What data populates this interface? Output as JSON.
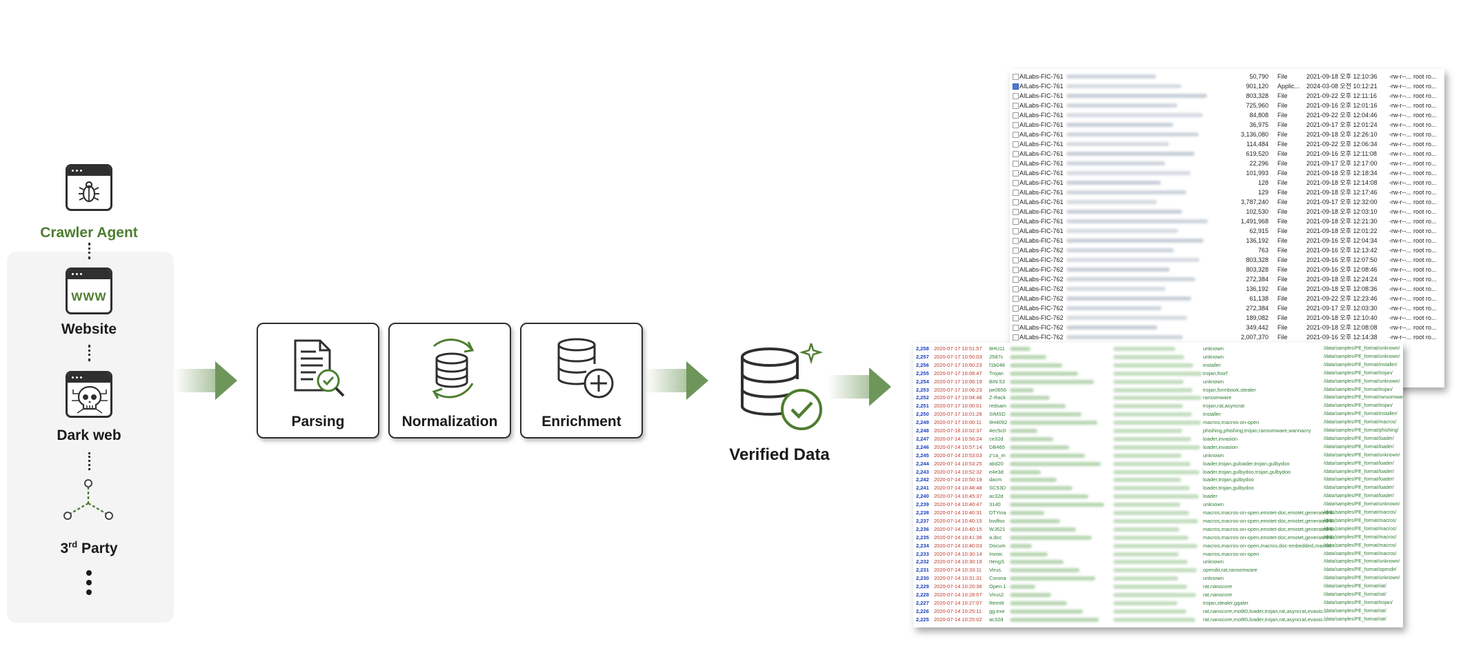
{
  "sources": {
    "crawler_agent": "Crawler Agent",
    "website": "Website",
    "website_icon_text": "WWW",
    "dark_web": "Dark web",
    "third_party": "3",
    "third_party_sup": "rd",
    "third_party_rest": " Party"
  },
  "pipeline": {
    "parsing": "Parsing",
    "normalization": "Normalization",
    "enrichment": "Enrichment",
    "verified": "Verified Data"
  },
  "colors": {
    "accent_green": "#4e7d30",
    "arrow_green": "#6e965a",
    "icon_dark": "#2f2f2f"
  },
  "file_list": [
    {
      "name": "AILabs-FIC-761",
      "size": "50,790",
      "type": "File",
      "date": "2021-09-18 오후 12:10:36",
      "perm": "-rw-r--...",
      "owner": "root ro..."
    },
    {
      "name": "AILabs-FIC-761",
      "size": "901,120",
      "type": "Applic...",
      "date": "2024-03-08 오전 10:12:21",
      "perm": "-rw-r--...",
      "owner": "root ro..."
    },
    {
      "name": "AILabs-FIC-761",
      "size": "803,328",
      "type": "File",
      "date": "2021-09-22 오후 12:11:16",
      "perm": "-rw-r--...",
      "owner": "root ro..."
    },
    {
      "name": "AILabs-FIC-761",
      "size": "725,960",
      "type": "File",
      "date": "2021-09-16 오후 12:01:16",
      "perm": "-rw-r--...",
      "owner": "root ro..."
    },
    {
      "name": "AILabs-FIC-761",
      "size": "84,808",
      "type": "File",
      "date": "2021-09-22 오후 12:04:46",
      "perm": "-rw-r--...",
      "owner": "root ro..."
    },
    {
      "name": "AILabs-FIC-761",
      "size": "36,975",
      "type": "File",
      "date": "2021-09-17 오후 12:01:24",
      "perm": "-rw-r--...",
      "owner": "root ro..."
    },
    {
      "name": "AILabs-FIC-761",
      "size": "3,136,080",
      "type": "File",
      "date": "2021-09-18 오후 12:26:10",
      "perm": "-rw-r--...",
      "owner": "root ro..."
    },
    {
      "name": "AILabs-FIC-761",
      "size": "114,484",
      "type": "File",
      "date": "2021-09-22 오후 12:06:34",
      "perm": "-rw-r--...",
      "owner": "root ro..."
    },
    {
      "name": "AILabs-FIC-761",
      "size": "619,520",
      "type": "File",
      "date": "2021-09-16 오후 12:11:08",
      "perm": "-rw-r--...",
      "owner": "root ro..."
    },
    {
      "name": "AILabs-FIC-761",
      "size": "22,296",
      "type": "File",
      "date": "2021-09-17 오후 12:17:00",
      "perm": "-rw-r--...",
      "owner": "root ro..."
    },
    {
      "name": "AILabs-FIC-761",
      "size": "101,993",
      "type": "File",
      "date": "2021-09-18 오후 12:18:34",
      "perm": "-rw-r--...",
      "owner": "root ro..."
    },
    {
      "name": "AILabs-FIC-761",
      "size": "128",
      "type": "File",
      "date": "2021-09-18 오후 12:14:08",
      "perm": "-rw-r--...",
      "owner": "root ro..."
    },
    {
      "name": "AILabs-FIC-761",
      "size": "129",
      "type": "File",
      "date": "2021-09-18 오후 12:17:46",
      "perm": "-rw-r--...",
      "owner": "root ro..."
    },
    {
      "name": "AILabs-FIC-761",
      "size": "3,787,240",
      "type": "File",
      "date": "2021-09-17 오후 12:32:00",
      "perm": "-rw-r--...",
      "owner": "root ro..."
    },
    {
      "name": "AILabs-FIC-761",
      "size": "102,530",
      "type": "File",
      "date": "2021-09-18 오후 12:03:10",
      "perm": "-rw-r--...",
      "owner": "root ro..."
    },
    {
      "name": "AILabs-FIC-761",
      "size": "1,491,968",
      "type": "File",
      "date": "2021-09-18 오후 12:21:30",
      "perm": "-rw-r--...",
      "owner": "root ro..."
    },
    {
      "name": "AILabs-FIC-761",
      "size": "62,915",
      "type": "File",
      "date": "2021-09-18 오후 12:01:22",
      "perm": "-rw-r--...",
      "owner": "root ro..."
    },
    {
      "name": "AILabs-FIC-761",
      "size": "136,192",
      "type": "File",
      "date": "2021-09-16 오후 12:04:34",
      "perm": "-rw-r--...",
      "owner": "root ro..."
    },
    {
      "name": "AILabs-FIC-762",
      "size": "763",
      "type": "File",
      "date": "2021-09-16 오후 12:13:42",
      "perm": "-rw-r--...",
      "owner": "root ro..."
    },
    {
      "name": "AILabs-FIC-762",
      "size": "803,328",
      "type": "File",
      "date": "2021-09-16 오후 12:07:50",
      "perm": "-rw-r--...",
      "owner": "root ro..."
    },
    {
      "name": "AILabs-FIC-762",
      "size": "803,328",
      "type": "File",
      "date": "2021-09-16 오후 12:08:46",
      "perm": "-rw-r--...",
      "owner": "root ro..."
    },
    {
      "name": "AILabs-FIC-762",
      "size": "272,384",
      "type": "File",
      "date": "2021-09-18 오후 12:24:24",
      "perm": "-rw-r--...",
      "owner": "root ro..."
    },
    {
      "name": "AILabs-FIC-762",
      "size": "136,192",
      "type": "File",
      "date": "2021-09-18 오후 12:08:36",
      "perm": "-rw-r--...",
      "owner": "root ro..."
    },
    {
      "name": "AILabs-FIC-762",
      "size": "61,138",
      "type": "File",
      "date": "2021-09-22 오후 12:23:46",
      "perm": "-rw-r--...",
      "owner": "root ro..."
    },
    {
      "name": "AILabs-FIC-762",
      "size": "272,384",
      "type": "File",
      "date": "2021-09-17 오후 12:03:30",
      "perm": "-rw-r--...",
      "owner": "root ro..."
    },
    {
      "name": "AILabs-FIC-762",
      "size": "189,082",
      "type": "File",
      "date": "2021-09-18 오후 12:10:40",
      "perm": "-rw-r--...",
      "owner": "root ro..."
    },
    {
      "name": "AILabs-FIC-762",
      "size": "349,442",
      "type": "File",
      "date": "2021-09-18 오후 12:08:08",
      "perm": "-rw-r--...",
      "owner": "root ro..."
    },
    {
      "name": "AILabs-FIC-762",
      "size": "2,007,370",
      "type": "File",
      "date": "2021-09-16 오후 12:14:38",
      "perm": "-rw-r--...",
      "owner": "root ro..."
    }
  ],
  "log_list": [
    {
      "id": "2,258",
      "dt": "2020-07-17 10:51:57",
      "c1": "8HU11",
      "tag": "unknown",
      "path": "/data/samples/PE_format/unknown/"
    },
    {
      "id": "2,257",
      "dt": "2020-07-17 10:50:03",
      "c1": "2587c",
      "tag": "unknown",
      "path": "/data/samples/PE_format/unknown/"
    },
    {
      "id": "2,256",
      "dt": "2020-07-17 10:50:23",
      "c1": "f1b048",
      "tag": "installer",
      "path": "/data/samples/PE_format/installer/"
    },
    {
      "id": "2,255",
      "dt": "2020-07-17 10:08:47",
      "c1": "Trojan",
      "tag": "trojan,fosrf",
      "path": "/data/samples/PE_format/trojan/"
    },
    {
      "id": "2,254",
      "dt": "2020-07-17 10:06:19",
      "c1": "BIN 53",
      "tag": "unknown",
      "path": "/data/samples/PE_format/unknown/"
    },
    {
      "id": "2,253",
      "dt": "2020-07-17 10:06:23",
      "c1": "pe0656",
      "tag": "trojan,formbook,stealer",
      "path": "/data/samples/PE_format/trojan/"
    },
    {
      "id": "2,252",
      "dt": "2020-07-17 10:04:48",
      "c1": "Z-Rack",
      "tag": "ransomware",
      "path": "/data/samples/PE_format/ransomware/"
    },
    {
      "id": "2,251",
      "dt": "2020-07-17 10:00:01",
      "c1": "redsam",
      "tag": "trojan,rat,asyncrat",
      "path": "/data/samples/PE_format/trojan/"
    },
    {
      "id": "2,250",
      "dt": "2020-07-17 10:01:28",
      "c1": "SIMSD",
      "tag": "installer",
      "path": "/data/samples/PE_format/installer/"
    },
    {
      "id": "2,249",
      "dt": "2020-07-17 10:00:11",
      "c1": "9H4092",
      "tag": "macros,macros-on-open",
      "path": "/data/samples/PE_format/macros/"
    },
    {
      "id": "2,248",
      "dt": "2020-07-16 10:02:37",
      "c1": "4ec5c0",
      "tag": "phishing,phishing,trojan,ransomware,wannacry",
      "path": "/data/samples/PE_format/phishing/"
    },
    {
      "id": "2,247",
      "dt": "2020-07-14 10:56:24",
      "c1": "ce32d",
      "tag": "loader,invasion",
      "path": "/data/samples/PE_format/loader/"
    },
    {
      "id": "2,246",
      "dt": "2020-07-14 10:57:14",
      "c1": "DB465",
      "tag": "loader,invasion",
      "path": "/data/samples/PE_format/loader/"
    },
    {
      "id": "2,245",
      "dt": "2020-07-14 10:53:03",
      "c1": "z’ca_m",
      "tag": "unknown",
      "path": "/data/samples/PE_format/unknown/"
    },
    {
      "id": "2,244",
      "dt": "2020-07-14 10:53:25",
      "c1": "abd20",
      "tag": "loader,trojan,guloader,trojan,gulbydoo",
      "path": "/data/samples/PE_format/loader/"
    },
    {
      "id": "2,243",
      "dt": "2020-07-14 10:52:32",
      "c1": "e4e3d",
      "tag": "loader,trojan,gulbydoo,trojan,gulbydoo",
      "path": "/data/samples/PE_format/loader/"
    },
    {
      "id": "2,242",
      "dt": "2020-07-14 10:50:19",
      "c1": "dacm",
      "tag": "loader,trojan,gulbydoo",
      "path": "/data/samples/PE_format/loader/"
    },
    {
      "id": "2,241",
      "dt": "2020-07-14 10:48:48",
      "c1": "SC53D",
      "tag": "loader,trojan,gulbydoo",
      "path": "/data/samples/PE_format/loader/"
    },
    {
      "id": "2,240",
      "dt": "2020-07-14 10:45:37",
      "c1": "ac32d",
      "tag": "loader",
      "path": "/data/samples/PE_format/loader/"
    },
    {
      "id": "2,239",
      "dt": "2020-07-14 10:40:47",
      "c1": "3140",
      "tag": "unknown",
      "path": "/data/samples/PE_format/unknown/"
    },
    {
      "id": "2,238",
      "dt": "2020-07-14 10:40:31",
      "c1": "DTYina",
      "tag": "macros,macros-on-open,emotet-doc,emotet,generated-li...",
      "path": "/data/samples/PE_format/macros/"
    },
    {
      "id": "2,237",
      "dt": "2020-07-14 10:40:15",
      "c1": "bvdfoo",
      "tag": "macros,macros-on-open,emotet-doc,emotet,generated-li...",
      "path": "/data/samples/PE_format/macros/"
    },
    {
      "id": "2,236",
      "dt": "2020-07-14 10:40:15",
      "c1": "WJ621",
      "tag": "macros,macros-on-open,emotet-doc,emotet,generated-li...",
      "path": "/data/samples/PE_format/macros/"
    },
    {
      "id": "2,235",
      "dt": "2020-07-14 10:41:36",
      "c1": "a.doc",
      "tag": "macros,macros-on-open,emotet-doc,emotet,generated-li...",
      "path": "/data/samples/PE_format/macros/"
    },
    {
      "id": "2,234",
      "dt": "2020-07-14 10:40:03",
      "c1": "Docum",
      "tag": "macros,macros-on-open,macros,doc-embedded,macros ...",
      "path": "/data/samples/PE_format/macros/"
    },
    {
      "id": "2,233",
      "dt": "2020-07-14 10:30:14",
      "c1": "Invoic",
      "tag": "macros,macros-on-open",
      "path": "/data/samples/PE_format/macros/"
    },
    {
      "id": "2,232",
      "dt": "2020-07-14 10:30:19",
      "c1": "rtengS",
      "tag": "unknown",
      "path": "/data/samples/PE_format/unknown/"
    },
    {
      "id": "2,231",
      "dt": "2020-07-14 10:33:11",
      "c1": "Virus.",
      "tag": "opendir,rat,ransomware",
      "path": "/data/samples/PE_format/opendir/"
    },
    {
      "id": "2,230",
      "dt": "2020-07-14 10:31:31",
      "c1": "Corona",
      "tag": "unknown",
      "path": "/data/samples/PE_format/unknown/"
    },
    {
      "id": "2,229",
      "dt": "2020-07-14 10:20:36",
      "c1": "Open.1",
      "tag": "rat,nanocore",
      "path": "/data/samples/PE_format/rat/"
    },
    {
      "id": "2,228",
      "dt": "2020-07-14 10:28:07",
      "c1": "Virus2",
      "tag": "rat,nanocore",
      "path": "/data/samples/PE_format/rat/"
    },
    {
      "id": "2,227",
      "dt": "2020-07-14 10:27:07",
      "c1": "Remitt",
      "tag": "trojan,stealer,ggaler",
      "path": "/data/samples/PE_format/trojan/"
    },
    {
      "id": "2,226",
      "dt": "2020-07-14 10:25:11",
      "c1": "gg.exe",
      "tag": "rat,nanocore,rnotlt0,loader,trojan,rat,asyncrat,evasio...",
      "path": "/data/samples/PE_format/rat/"
    },
    {
      "id": "2,225",
      "dt": "2020-07-14 10:25:02",
      "c1": "ac32d",
      "tag": "rat,nanocore,rnotlt0,loader,trojan,rat,asyncrat,evasio...",
      "path": "/data/samples/PE_format/rat/"
    }
  ]
}
